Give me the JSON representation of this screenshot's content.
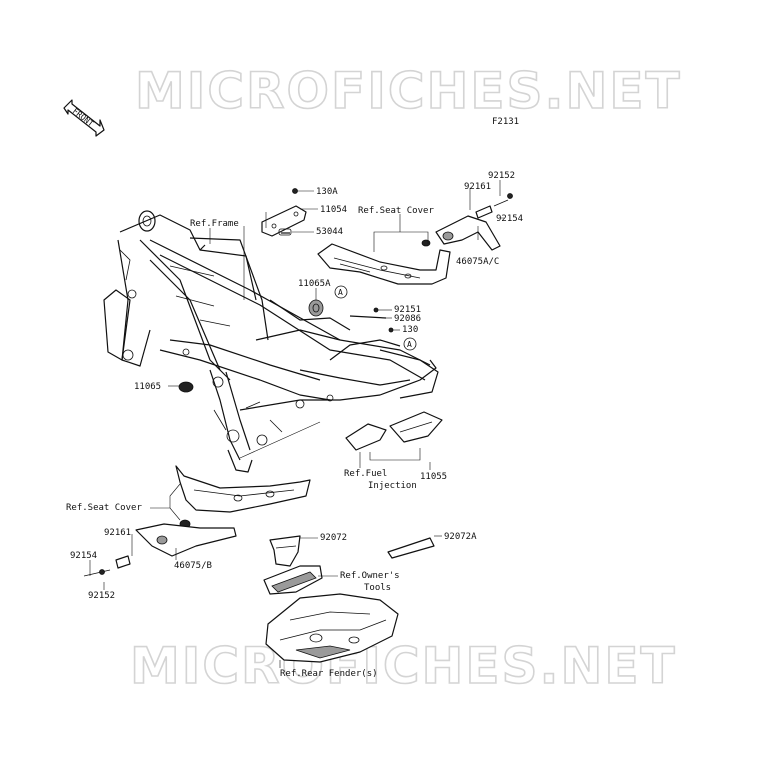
{
  "watermark": {
    "top": "MICROFICHES.NET",
    "bottom": "MICROFICHES.NET"
  },
  "diagram_code": "F2131",
  "front_label": "FRONT",
  "callout_marker": "A",
  "labels": {
    "p130a": "130A",
    "p11054": "11054",
    "p53044": "53044",
    "ref_frame": "Ref.Frame",
    "ref_seat_cover_top": "Ref.Seat Cover",
    "p92152_top": "92152",
    "p92161_top": "92161",
    "p92154_top": "92154",
    "p46075ac": "46075A/C",
    "p11065a": "11065A",
    "p92151": "92151",
    "p92086": "92086",
    "p130": "130",
    "p11065": "11065",
    "ref_fuel_line1": "Ref.Fuel",
    "ref_fuel_line2": "Injection",
    "p11055": "11055",
    "ref_seat_cover_left": "Ref.Seat Cover",
    "p92161_bottom": "92161",
    "p92154_bottom": "92154",
    "p92152_bottom": "92152",
    "p46075b": "46075/B",
    "p92072": "92072",
    "p92072a": "92072A",
    "ref_owners_line1": "Ref.Owner's",
    "ref_owners_line2": "Tools",
    "ref_rear_fender": "Ref.Rear Fender(s)"
  }
}
